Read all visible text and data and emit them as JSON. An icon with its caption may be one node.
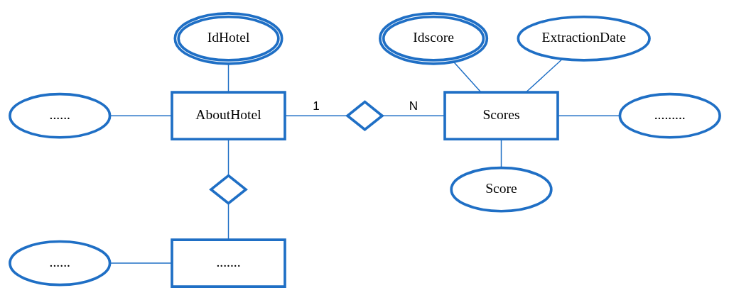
{
  "diagram": {
    "nodes": [
      {
        "text": [
          "IdHotel"
        ]
      },
      {
        "text": [
          "Idscore"
        ]
      },
      {
        "text": [
          "ExtractionDate"
        ]
      },
      {
        "text": [
          "......"
        ]
      },
      {
        "text": [
          "AboutHotel"
        ]
      },
      {
        "text": [],
        "shape": "diamond"
      },
      {
        "text": [
          "Scores"
        ]
      },
      {
        "text": [
          "........."
        ]
      },
      {
        "text": [
          "Score"
        ]
      },
      {
        "text": [],
        "shape": "diamond"
      },
      {
        "text": [
          "......"
        ]
      },
      {
        "text": [
          "......."
        ]
      }
    ],
    "edges": [
      {
        "from": 0,
        "to": 4,
        "arrow": "none"
      },
      {
        "from": 3,
        "to": 4,
        "arrow": "none"
      },
      {
        "from": 4,
        "to": 5,
        "arrow": "none",
        "label": "1"
      },
      {
        "from": 5,
        "to": 6,
        "arrow": "none",
        "label": "N"
      },
      {
        "from": 1,
        "to": 6,
        "arrow": "none"
      },
      {
        "from": 2,
        "to": 6,
        "arrow": "none"
      },
      {
        "from": 6,
        "to": 7,
        "arrow": "none"
      },
      {
        "from": 6,
        "to": 8,
        "arrow": "none"
      },
      {
        "from": 4,
        "to": 9,
        "arrow": "none"
      },
      {
        "from": 9,
        "to": 11,
        "arrow": "none"
      },
      {
        "from": 10,
        "to": 11,
        "arrow": "none"
      }
    ]
  }
}
